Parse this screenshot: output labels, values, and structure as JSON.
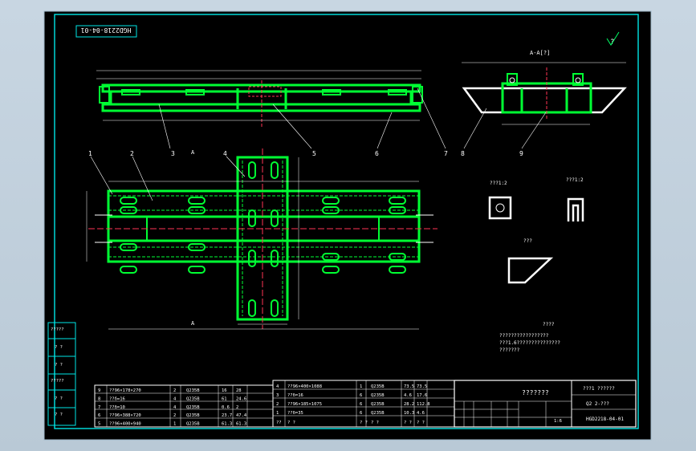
{
  "drawing": {
    "number_top": "HGD2218-04-01",
    "number_bottom": "HGD2218-04-01",
    "section_a_label": "A-A[?]",
    "section_marker_a": "A",
    "roughness_note": "?",
    "left_strip": [
      "?????",
      "? ?",
      "? ?",
      "?????",
      "? ?",
      "? ?"
    ],
    "callouts": [
      "1",
      "2",
      "3",
      "4",
      "5",
      "6",
      "7",
      "8",
      "9"
    ],
    "detail_labels": [
      "???1:2",
      "???1:2",
      "???"
    ],
    "notes_title": "????",
    "notes_lines": [
      "?????????????????",
      "???1.6???????????????",
      "???????"
    ],
    "title_block": {
      "name": "???????",
      "drawing_no": "HGD2218-04-01",
      "material": "Q2 2-???",
      "school": "???1 ??????",
      "scale": "1:6"
    }
  },
  "bom_left": [
    {
      "no": "9",
      "name": "??96×178×270",
      "qty": "2",
      "mat": "Q235B",
      "w1": "16",
      "w2": "28"
    },
    {
      "no": "8",
      "name": "??δ=16",
      "qty": "4",
      "mat": "Q235B",
      "w1": "61",
      "w2": "24.6"
    },
    {
      "no": "7",
      "name": "??δ=10",
      "qty": "4",
      "mat": "Q235B",
      "w1": "0.6",
      "w2": "2"
    },
    {
      "no": "6",
      "name": "??96×388×720",
      "qty": "2",
      "mat": "Q235B",
      "w1": "23.7",
      "w2": "47.4"
    },
    {
      "no": "5",
      "name": "??96×400×940",
      "qty": "1",
      "mat": "Q235B",
      "w1": "61.3",
      "w2": "61.3"
    }
  ],
  "bom_right": [
    {
      "no": "4",
      "name": "??96×400×1088",
      "qty": "1",
      "mat": "Q235B",
      "w1": "73.5",
      "w2": "73.5"
    },
    {
      "no": "3",
      "name": "??δ=16",
      "qty": "6",
      "mat": "Q235B",
      "w1": "4.6",
      "w2": "17.6"
    },
    {
      "no": "2",
      "name": "??96×185×1075",
      "qty": "6",
      "mat": "Q235B",
      "w1": "28.2",
      "w2": "112.8"
    },
    {
      "no": "1",
      "name": "??δ=35",
      "qty": "6",
      "mat": "Q235B",
      "w1": "10.3",
      "w2": "4.6"
    }
  ],
  "bom_header": [
    "??",
    "? ?",
    "? ?",
    "? ?",
    "? ?",
    "? ?"
  ]
}
